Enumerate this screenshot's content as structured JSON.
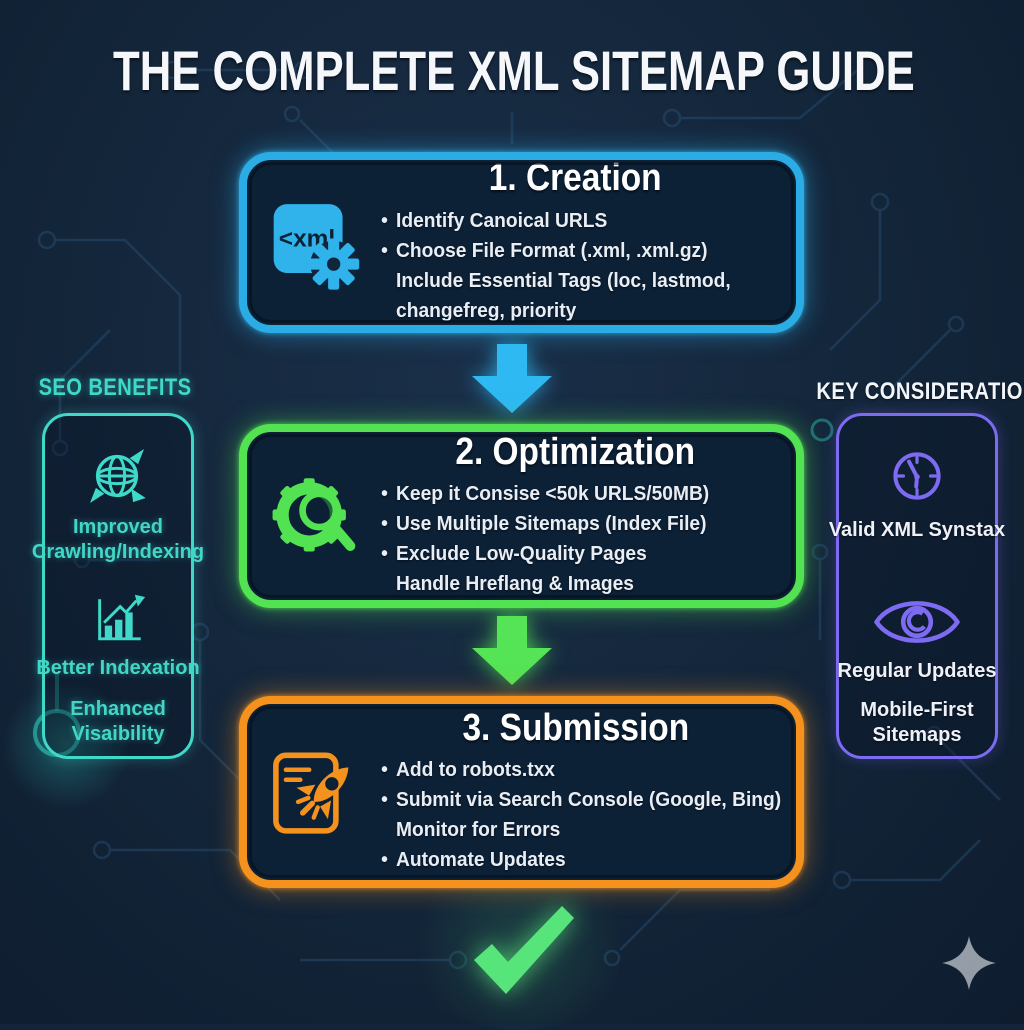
{
  "page": {
    "title": "THE COMPLETE XML SITEMAP GUIDE",
    "background_color": "#12233a"
  },
  "steps": [
    {
      "title": "1. Creation",
      "icon": "xml-file-gear-icon",
      "icon_label": "<xml",
      "accent_color": "#2bace4",
      "lines": [
        {
          "marker": "•",
          "text": "Identify Canoical URLS"
        },
        {
          "marker": "•",
          "text": "Choose File Format (.xml, .xml.gz)"
        },
        {
          "marker": "",
          "text": "Include Essential Tags (loc, lastmod,"
        },
        {
          "marker": "",
          "text": "changefreg, priority"
        }
      ]
    },
    {
      "title": "2. Optimization",
      "icon": "gear-magnifier-icon",
      "accent_color": "#52e252",
      "lines": [
        {
          "marker": "•",
          "text": "Keep it Consise <50k URLS/50MB)"
        },
        {
          "marker": "•",
          "text": "Use Multiple Sitemaps (Index File)"
        },
        {
          "marker": "•",
          "text": "Exclude Low-Quality Pages"
        },
        {
          "marker": "",
          "text": "Handle Hreflang & Images"
        }
      ]
    },
    {
      "title": "3. Submission",
      "icon": "document-rocket-icon",
      "accent_color": "#f5921e",
      "lines": [
        {
          "marker": "•",
          "text": "Add to robots.txx"
        },
        {
          "marker": "•",
          "text": "Submit via Search Console (Google, Bing)"
        },
        {
          "marker": "",
          "text": "Monitor for Errors"
        },
        {
          "marker": "•",
          "text": "Automate Updates"
        }
      ]
    }
  ],
  "arrows": [
    {
      "icon": "down-arrow-icon",
      "color": "#2fb9f2"
    },
    {
      "icon": "down-arrow-icon",
      "color": "#55e455"
    }
  ],
  "left_panel": {
    "header": "SEO BENEFITS",
    "accent_color": "#3fd9c9",
    "items": [
      {
        "icon": "globe-crawl-icon",
        "label": "Improved Crawling/Indexing"
      },
      {
        "icon": "bar-chart-growth-icon",
        "label": "Better Indexation"
      },
      {
        "icon": "",
        "label": "Enhanced Visaibility"
      }
    ]
  },
  "right_panel": {
    "header": "KEY CONSIDERATIONS",
    "accent_color": "#7d6bf2",
    "items": [
      {
        "icon": "clock-icon",
        "label": "Valid XML Synstax"
      },
      {
        "icon": "eye-icon",
        "label": "Regular Updates"
      },
      {
        "icon": "",
        "label": "Mobile-First Sitemaps"
      }
    ]
  },
  "footer": {
    "checkmark_icon": "checkmark-icon",
    "checkmark_color": "#57e57b",
    "sparkle_icon": "sparkle-icon",
    "sparkle_color": "#9fa8b2"
  }
}
